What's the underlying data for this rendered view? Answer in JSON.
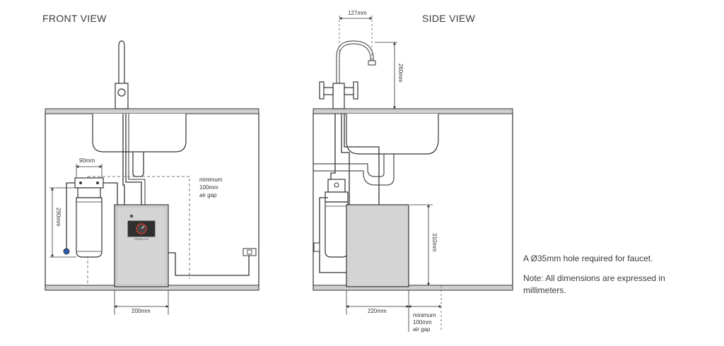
{
  "front_view": {
    "title": "FRONT VIEW",
    "dim_filter_width": "90mm",
    "dim_filter_height": "290mm",
    "dim_unit_width": "200mm",
    "air_gap": {
      "line1": "minimum",
      "line2": "100mm",
      "line3": "air gap"
    },
    "unit_label": "SPARK140"
  },
  "side_view": {
    "title": "SIDE VIEW",
    "dim_faucet_reach": "127mm",
    "dim_faucet_height": "260mm",
    "dim_unit_height": "310mm",
    "dim_unit_depth": "220mm",
    "air_gap": {
      "line1": "minimum",
      "line2": "100mm",
      "line3": "air gap"
    }
  },
  "notes": {
    "hole": "A Ø35mm hole required for faucet.",
    "dimensions": "Note: All dimensions are expressed in millimeters."
  },
  "colors": {
    "line": "#333333",
    "cabinet_fill": "#ffffff",
    "countertop": "#d0d0d0",
    "unit_fill": "#d4d4d4",
    "screen": "#2f2f2f",
    "accent_red": "#c0392b",
    "accent_blue": "#2a5db0"
  }
}
